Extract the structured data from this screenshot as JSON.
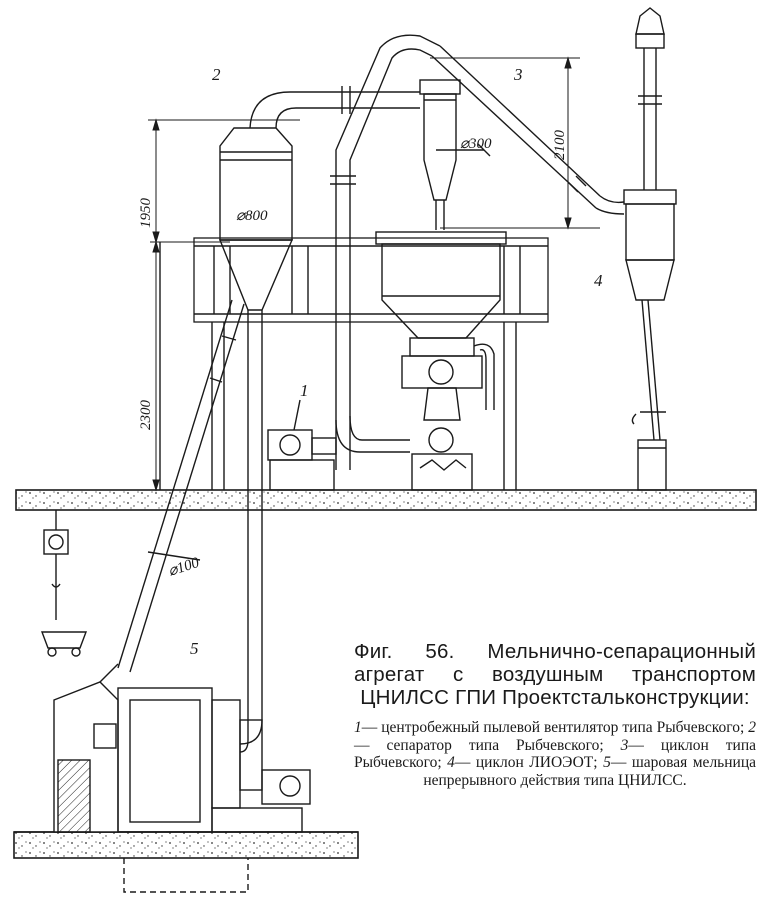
{
  "labels": {
    "item_1": "1",
    "item_2": "2",
    "item_3": "3",
    "item_4": "4",
    "item_5": "5"
  },
  "dimensions": {
    "height_1950": "1950",
    "height_2300": "2300",
    "height_2100": "2100",
    "dia_800": "⌀800",
    "dia_300": "⌀300",
    "dia_100": "⌀100"
  },
  "caption": {
    "title": "Фиг. 56. Мельнично-сепарационный агрегат с воздушным транспортом ЦНИЛСС ГПИ Проектстальконструкции:",
    "items": [
      {
        "num": "1",
        "text": "— центробежный пылевой вентилятор типа Рыбчевского;"
      },
      {
        "num": "2",
        "text": "— сепаратор типа Рыбчевского;"
      },
      {
        "num": "3",
        "text": "— циклон типа Рыбчевского;"
      },
      {
        "num": "4",
        "text": "— циклон ЛИОЭОТ;"
      },
      {
        "num": "5",
        "text": "— шаровая мельница непрерывного действия типа ЦНИЛСС."
      }
    ]
  }
}
